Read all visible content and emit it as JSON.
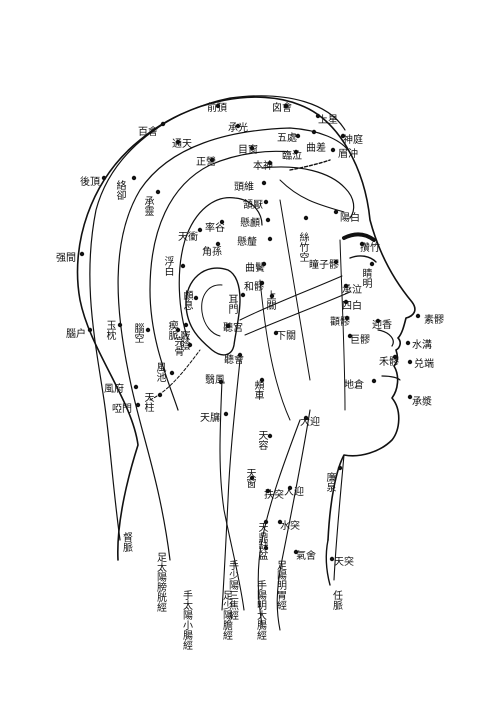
{
  "points": [
    {
      "key": "baihui",
      "label": "百會"
    },
    {
      "key": "qianding",
      "label": "前頂"
    },
    {
      "key": "xinhui",
      "label": "囟會"
    },
    {
      "key": "shangxing",
      "label": "上星"
    },
    {
      "key": "shenting",
      "label": "神庭"
    },
    {
      "key": "chengguang",
      "label": "承光"
    },
    {
      "key": "tongtian",
      "label": "通天"
    },
    {
      "key": "wuchu",
      "label": "五處"
    },
    {
      "key": "qucha",
      "label": "曲差"
    },
    {
      "key": "meichong",
      "label": "眉沖"
    },
    {
      "key": "linqi",
      "label": "臨泣"
    },
    {
      "key": "muchuang",
      "label": "目窗"
    },
    {
      "key": "zhengying",
      "label": "正營"
    },
    {
      "key": "benshen",
      "label": "本神"
    },
    {
      "key": "houding",
      "label": "後頂"
    },
    {
      "key": "luoque",
      "label": "絡卻"
    },
    {
      "key": "chengling",
      "label": "承靈"
    },
    {
      "key": "qiangjian",
      "label": "强間"
    },
    {
      "key": "naohu",
      "label": "腦户"
    },
    {
      "key": "yuzhen",
      "label": "玉枕"
    },
    {
      "key": "naokong",
      "label": "腦空"
    },
    {
      "key": "fengfu",
      "label": "風府"
    },
    {
      "key": "yamen",
      "label": "啞門"
    },
    {
      "key": "tianzhu",
      "label": "天柱"
    },
    {
      "key": "fengchi",
      "label": "風池"
    },
    {
      "key": "wangu",
      "label": "完骨"
    },
    {
      "key": "touwei",
      "label": "頭維"
    },
    {
      "key": "hanyan",
      "label": "頷厭"
    },
    {
      "key": "xuanlu",
      "label": "懸顱"
    },
    {
      "key": "xuanli",
      "label": "懸釐"
    },
    {
      "key": "qubin",
      "label": "曲鬢"
    },
    {
      "key": "tianchong",
      "label": "天衝"
    },
    {
      "key": "shuaigu",
      "label": "率谷"
    },
    {
      "key": "fubai",
      "label": "浮白"
    },
    {
      "key": "jiaosun",
      "label": "角孫"
    },
    {
      "key": "luxi",
      "label": "顱息"
    },
    {
      "key": "chimai",
      "label": "瘈脈"
    },
    {
      "key": "touqiaoyin",
      "label": "竅陰"
    },
    {
      "key": "yifeng",
      "label": "翳風"
    },
    {
      "key": "yangbai",
      "label": "陽白"
    },
    {
      "key": "sizhukong",
      "label": "絲竹空"
    },
    {
      "key": "zanzhu",
      "label": "攢竹"
    },
    {
      "key": "jingming",
      "label": "睛明"
    },
    {
      "key": "tongziliao",
      "label": "瞳子髎"
    },
    {
      "key": "chengqi",
      "label": "承泣"
    },
    {
      "key": "sibai",
      "label": "四白"
    },
    {
      "key": "heliao",
      "label": "和髎"
    },
    {
      "key": "ermen",
      "label": "耳門"
    },
    {
      "key": "shangguan",
      "label": "上關"
    },
    {
      "key": "tinggong",
      "label": "聽宫"
    },
    {
      "key": "tinghui",
      "label": "聽會"
    },
    {
      "key": "xiaguan",
      "label": "下關"
    },
    {
      "key": "quanliao",
      "label": "顴髎"
    },
    {
      "key": "juliao",
      "label": "巨髎"
    },
    {
      "key": "yingxiang",
      "label": "迎香"
    },
    {
      "key": "suliao",
      "label": "素髎"
    },
    {
      "key": "shuigou",
      "label": "水溝"
    },
    {
      "key": "heliao2",
      "label": "禾髎"
    },
    {
      "key": "duiduan",
      "label": "兑端"
    },
    {
      "key": "dicang",
      "label": "地倉"
    },
    {
      "key": "chengjiang",
      "label": "承漿"
    },
    {
      "key": "jiache",
      "label": "頰車"
    },
    {
      "key": "daying",
      "label": "大迎"
    },
    {
      "key": "tianrong",
      "label": "天容"
    },
    {
      "key": "tianyou",
      "label": "天牖"
    },
    {
      "key": "tianchuang",
      "label": "天窗"
    },
    {
      "key": "lianquan",
      "label": "廉泉"
    },
    {
      "key": "renying",
      "label": "人迎"
    },
    {
      "key": "futu",
      "label": "扶突"
    },
    {
      "key": "shuitu",
      "label": "水突"
    },
    {
      "key": "tianding",
      "label": "天鼎"
    },
    {
      "key": "quepen",
      "label": "缺盆"
    },
    {
      "key": "qishe",
      "label": "氣舍"
    },
    {
      "key": "tiantu",
      "label": "天突"
    }
  ],
  "meridians": [
    {
      "key": "dumai",
      "label": "督脈"
    },
    {
      "key": "bladder",
      "label": "足太陽膀胱經"
    },
    {
      "key": "small_intestine",
      "label": "手太陽小腸經"
    },
    {
      "key": "sanjiao",
      "label": "手少陽三焦經"
    },
    {
      "key": "gallbladder",
      "label": "足少陽膽經"
    },
    {
      "key": "large_intestine",
      "label": "手陽明大腸經"
    },
    {
      "key": "stomach",
      "label": "足陽明胃經"
    },
    {
      "key": "renmai",
      "label": "任脈"
    }
  ]
}
